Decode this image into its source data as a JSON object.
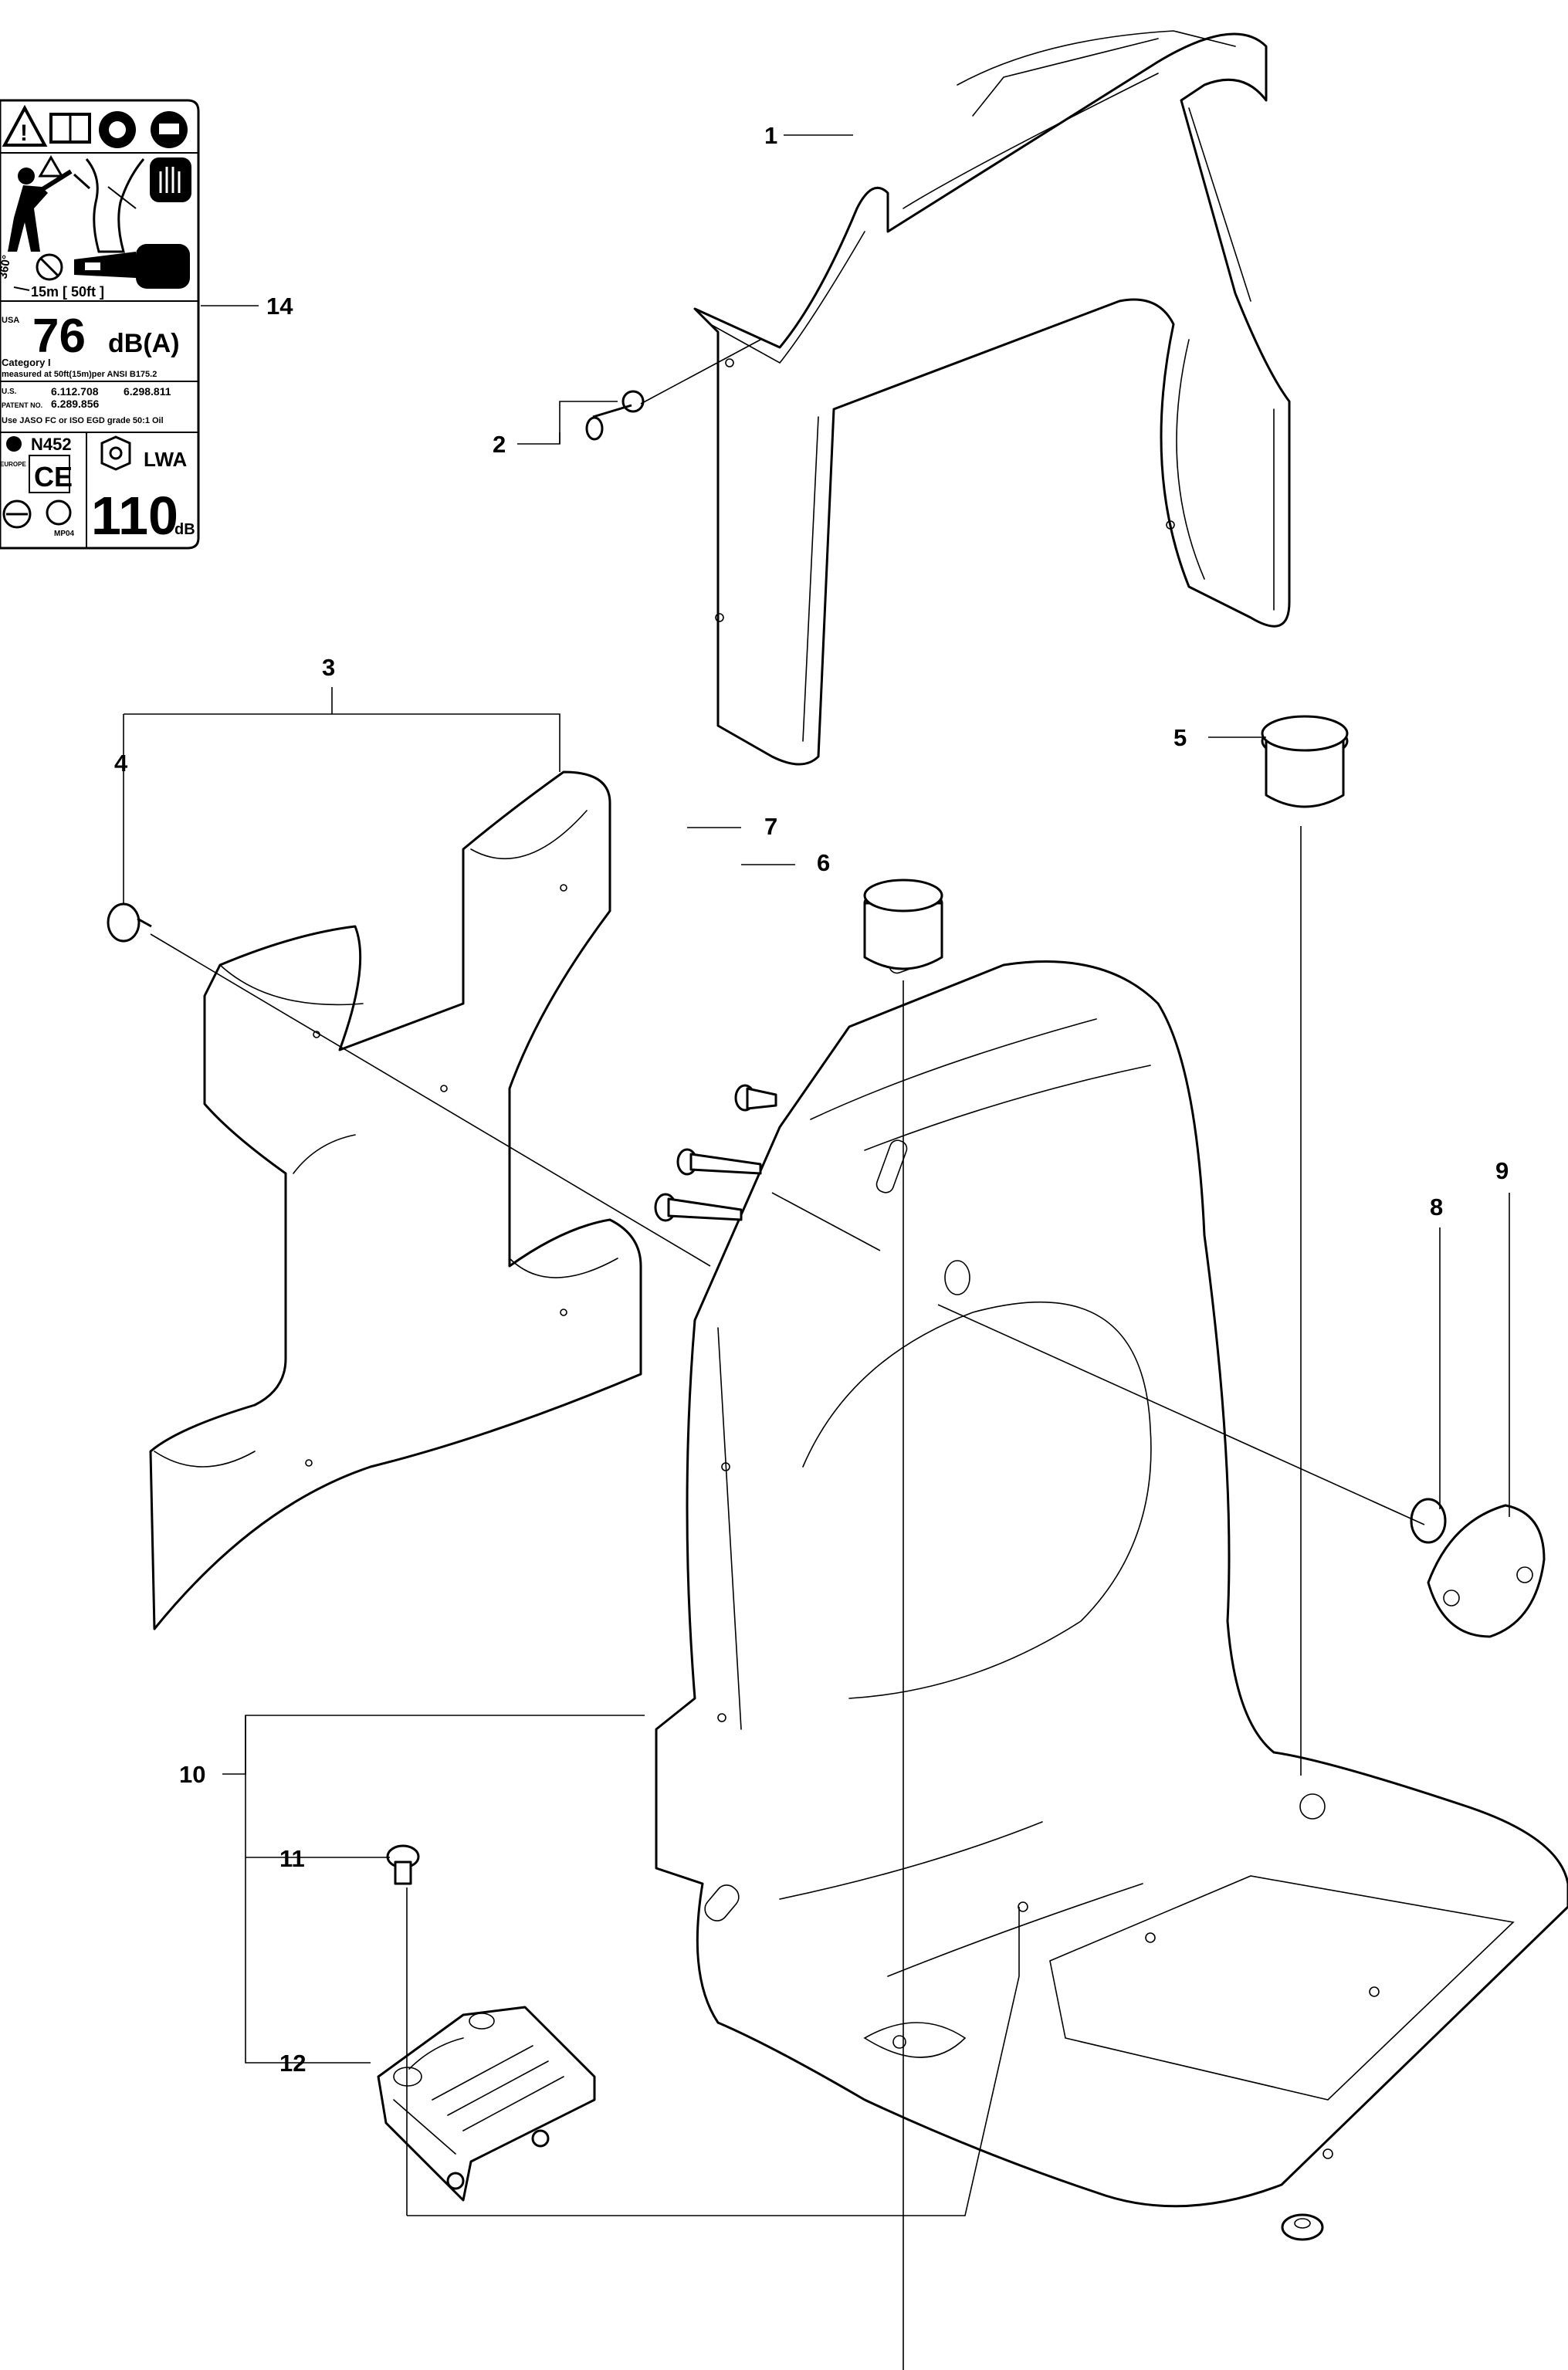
{
  "callouts": {
    "c1": "1",
    "c2": "2",
    "c3": "3",
    "c4": "4",
    "c5": "5",
    "c6": "6",
    "c7": "7",
    "c8": "8",
    "c9": "9",
    "c10": "10",
    "c11": "11",
    "c12": "12",
    "c14": "14"
  },
  "decal": {
    "distance": "15m [ 50ft ]",
    "angle": "360°",
    "region_usa": "USA",
    "sound_pressure_value": "76",
    "sound_pressure_unit": "dB(A)",
    "category": "Category I",
    "measured": "measured at 50ft(15m)per ANSI B175.2",
    "us_label": "U.S.",
    "patent_label": "PATENT NO.",
    "patent_1": "6.112.708",
    "patent_2": "6.298.811",
    "patent_3": "6.289.856",
    "oil_note": "Use JASO FC or ISO EGD grade 50:1 Oil",
    "model_code": "N452",
    "region_europe": "EUROPE",
    "ce_mark": "CE",
    "lwa_label": "LWA",
    "sound_power_value": "110",
    "sound_power_unit": "dB",
    "mp_code": "MP04"
  }
}
